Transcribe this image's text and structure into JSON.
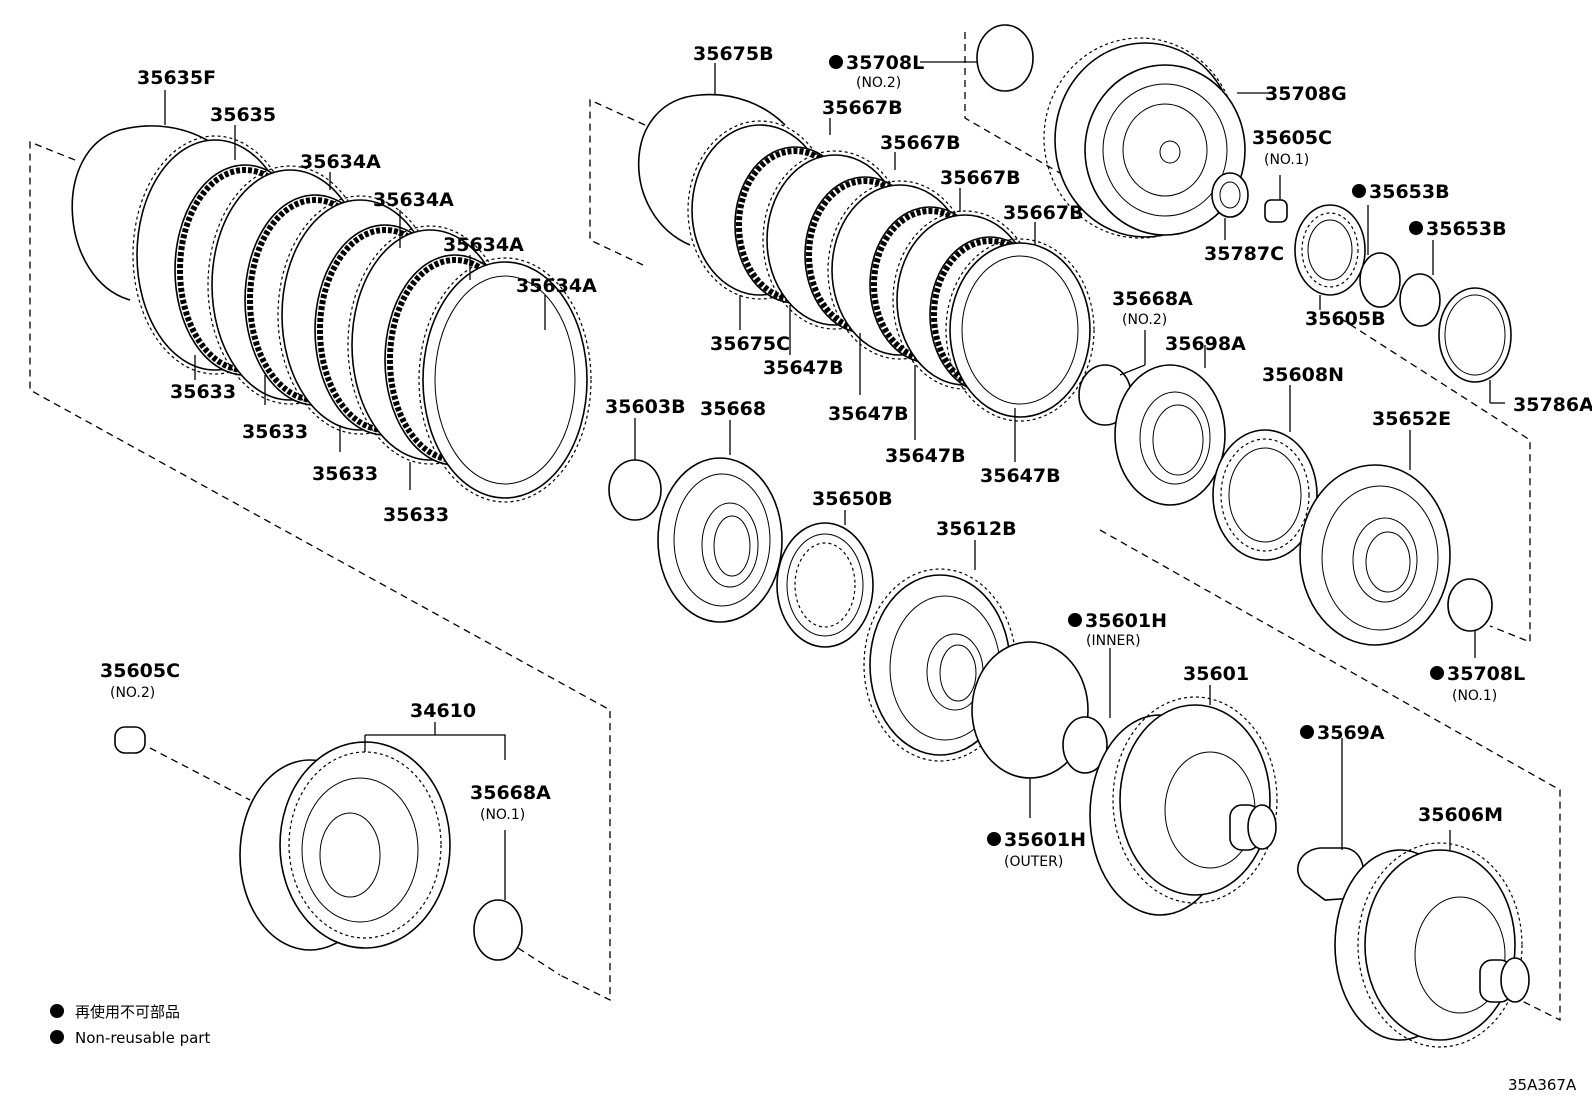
{
  "labels": {
    "l35635F": "35635F",
    "l35635": "35635",
    "l35634A_1": "35634A",
    "l35634A_2": "35634A",
    "l35634A_3": "35634A",
    "l35634A_4": "35634A",
    "l35633_1": "35633",
    "l35633_2": "35633",
    "l35633_3": "35633",
    "l35633_4": "35633",
    "l35675B": "35675B",
    "l35708L_top": "35708L",
    "l35708L_top_sub": "(NO.2)",
    "l35667B_1": "35667B",
    "l35667B_2": "35667B",
    "l35667B_3": "35667B",
    "l35667B_4": "35667B",
    "l35675C": "35675C",
    "l35647B_1": "35647B",
    "l35647B_2": "35647B",
    "l35647B_3": "35647B",
    "l35647B_4": "35647B",
    "l35708G": "35708G",
    "l35605C_top": "35605C",
    "l35605C_top_sub": "(NO.1)",
    "l35787C": "35787C",
    "l35653B_1": "35653B",
    "l35653B_2": "35653B",
    "l35605B": "35605B",
    "l35786A": "35786A",
    "l35668A_top": "35668A",
    "l35668A_top_sub": "(NO.2)",
    "l35698A": "35698A",
    "l35608N": "35608N",
    "l35652E": "35652E",
    "l35708L_bot": "35708L",
    "l35708L_bot_sub": "(NO.1)",
    "l35603B": "35603B",
    "l35668": "35668",
    "l35650B": "35650B",
    "l35612B": "35612B",
    "l35601H_in": "35601H",
    "l35601H_in_sub": "(INNER)",
    "l35601H_out": "35601H",
    "l35601H_out_sub": "(OUTER)",
    "l35601": "35601",
    "l3569A": "3569A",
    "l35606M": "35606M",
    "l35605C_left": "35605C",
    "l35605C_left_sub": "(NO.2)",
    "l34610": "34610",
    "l35668A_bot": "35668A",
    "l35668A_bot_sub": "(NO.1)"
  },
  "legend": {
    "japanese": "再使用不可部品",
    "english": "Non-reusable part"
  },
  "diagram_code": "35A367A"
}
